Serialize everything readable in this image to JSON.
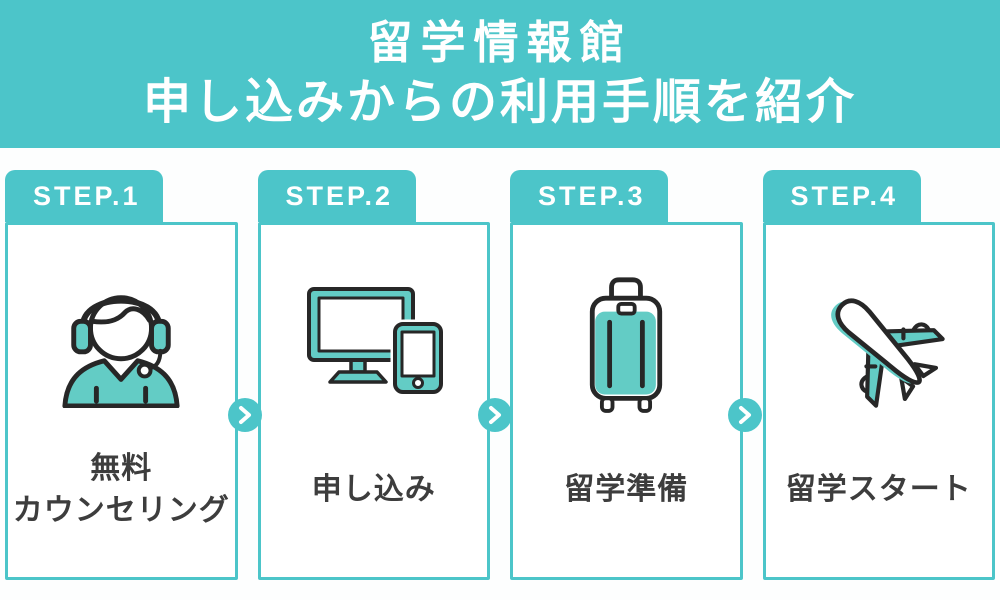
{
  "header": {
    "title_line1": "留学情報館",
    "title_line2": "申し込みからの利用手順を紹介"
  },
  "steps": [
    {
      "tab": "STEP.1",
      "icon": "counselor-headset-icon",
      "label_lines": [
        "無料",
        "カウンセリング"
      ]
    },
    {
      "tab": "STEP.2",
      "icon": "computer-tablet-icon",
      "label_lines": [
        "申し込み"
      ]
    },
    {
      "tab": "STEP.3",
      "icon": "suitcase-icon",
      "label_lines": [
        "留学準備"
      ]
    },
    {
      "tab": "STEP.4",
      "icon": "airplane-icon",
      "label_lines": [
        "留学スタート"
      ]
    }
  ],
  "arrows": {
    "count": 3,
    "glyph": "chevron-right"
  },
  "colors": {
    "teal": "#4cc5c9",
    "icon-fill": "#63ccc5",
    "ink": "#272727",
    "text-dark": "#3d3d3d",
    "header-text": "#ffffff",
    "card-bg": "#ffffff",
    "page-bg": "#fdfefe",
    "white": "#ffffff"
  }
}
